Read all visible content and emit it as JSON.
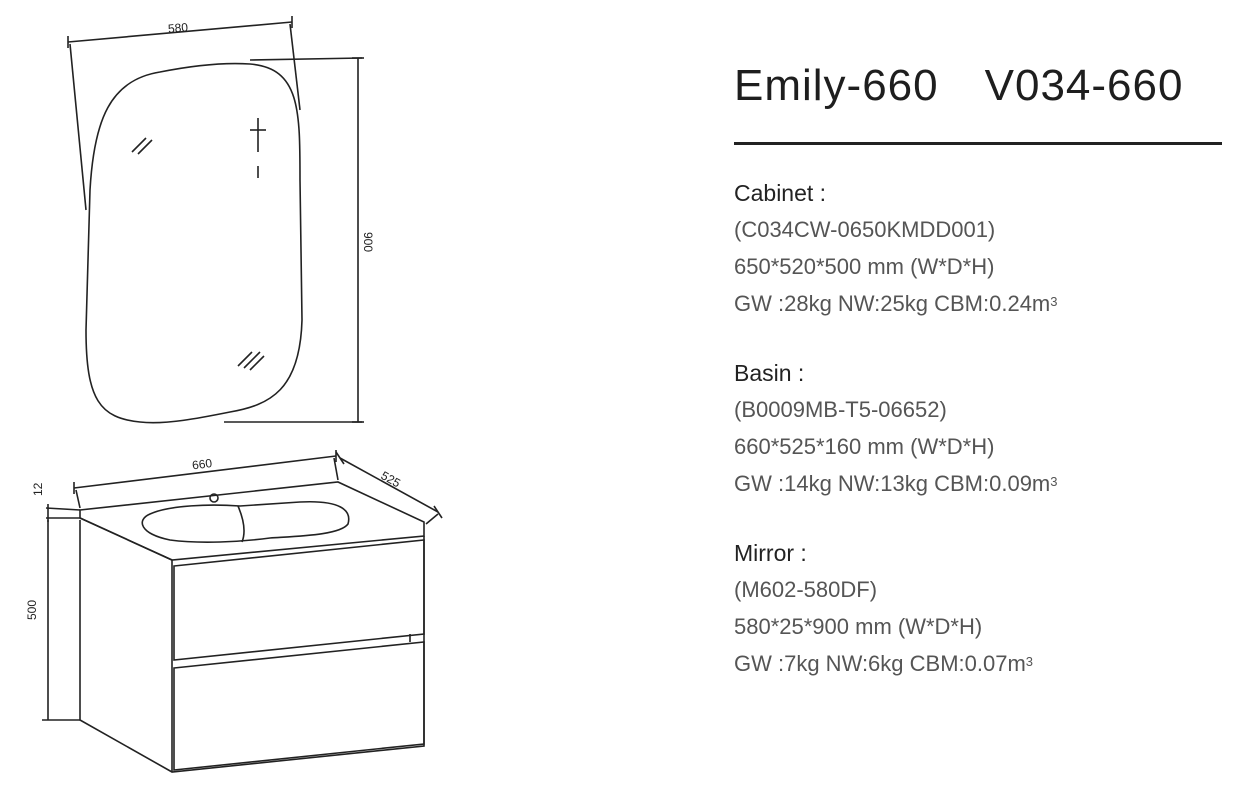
{
  "title": {
    "model": "Emily-660",
    "code": "V034-660"
  },
  "drawing": {
    "mirror_width": "580",
    "mirror_height": "900",
    "cabinet_width": "660",
    "cabinet_depth": "525",
    "top_thickness": "12",
    "cabinet_height": "500"
  },
  "sections": [
    {
      "heading": "Cabinet :",
      "code": "(C034CW-0650KMDD001)",
      "dims": "650*520*500 mm (W*D*H)",
      "weights": "GW :28kg  NW:25kg  CBM:0.24m",
      "unit_sup": "3"
    },
    {
      "heading": "Basin :",
      "code": "(B0009MB-T5-06652)",
      "dims": "660*525*160 mm (W*D*H)",
      "weights": "GW :14kg  NW:13kg  CBM:0.09m",
      "unit_sup": "3"
    },
    {
      "heading": "Mirror :",
      "code": "(M602-580DF)",
      "dims": "580*25*900 mm (W*D*H)",
      "weights": "GW :7kg  NW:6kg  CBM:0.07m",
      "unit_sup": "3"
    }
  ]
}
